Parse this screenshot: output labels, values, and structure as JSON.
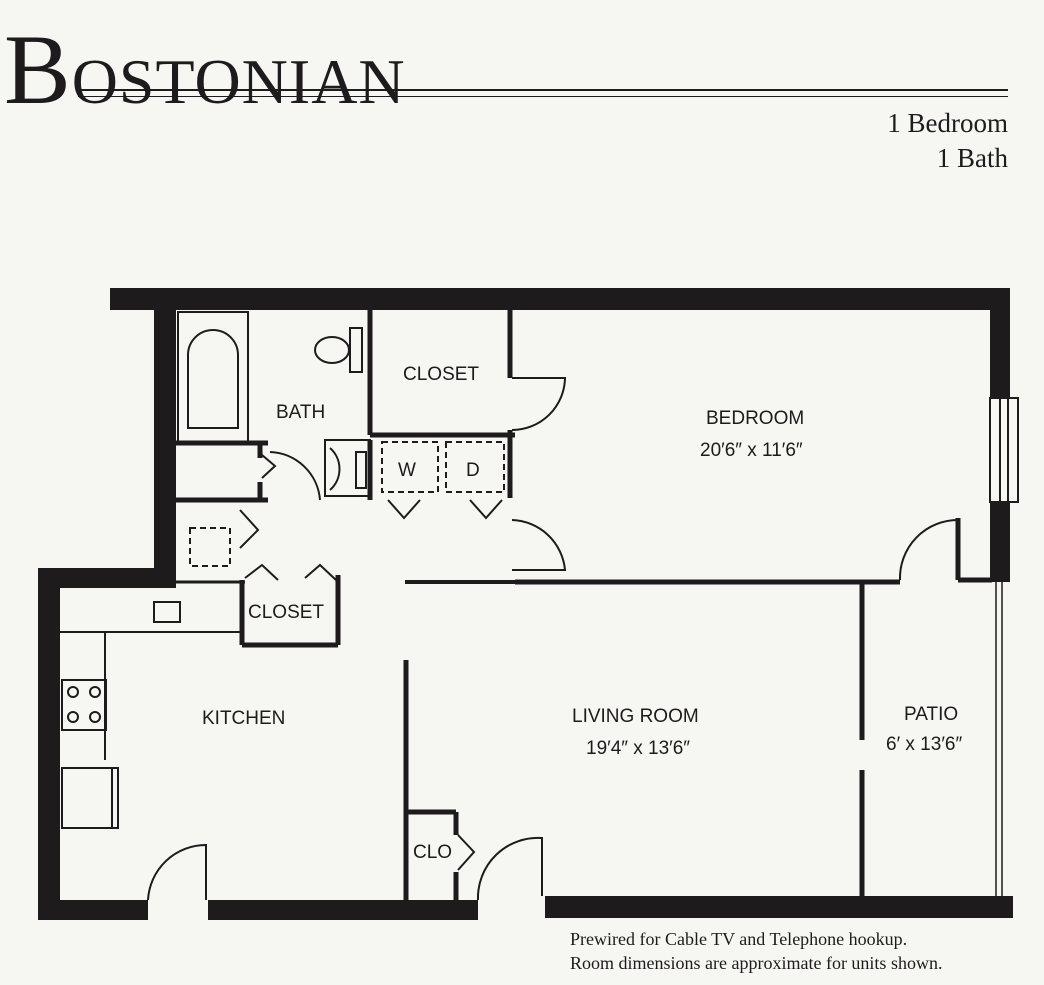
{
  "header": {
    "title_initial": "B",
    "title_rest": "OSTONIAN",
    "bedrooms": "1 Bedroom",
    "baths": "1 Bath"
  },
  "rooms": {
    "closet_top": "CLOSET",
    "bath": "BATH",
    "bedroom": "BEDROOM",
    "bedroom_dim": "20′6″ x 11′6″",
    "washer": "W",
    "dryer": "D",
    "closet_hall": "CLOSET",
    "kitchen": "KITCHEN",
    "living_room": "LIVING ROOM",
    "living_room_dim": "19′4″ x 13′6″",
    "patio": "PATIO",
    "patio_dim": "6′ x 13′6″",
    "clo": "CLO"
  },
  "notes": {
    "line1": "Prewired for Cable TV and Telephone hookup.",
    "line2": "Room dimensions are approximate for units shown."
  }
}
